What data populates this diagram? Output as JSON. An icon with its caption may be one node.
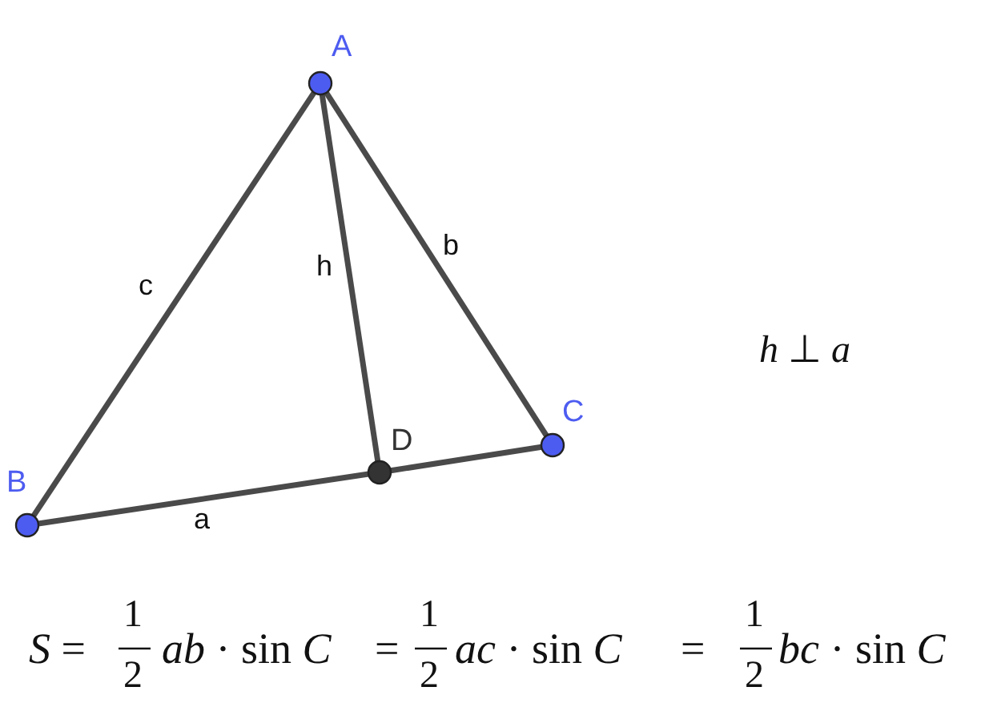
{
  "diagram": {
    "nodes": [
      {
        "text": [],
        "shape": "circle",
        "beside": [
          "A"
        ]
      },
      {
        "text": [],
        "shape": "circle",
        "beside": [
          "B"
        ]
      },
      {
        "text": [],
        "shape": "circle",
        "beside": [
          "C"
        ]
      },
      {
        "text": [],
        "shape": "circle",
        "beside": [
          "D"
        ]
      }
    ],
    "edges": [
      {
        "from": 0,
        "to": 1,
        "arrow": "none",
        "label": "c"
      },
      {
        "from": 0,
        "to": 3,
        "arrow": "none",
        "label": "h"
      },
      {
        "from": 0,
        "to": 2,
        "arrow": "none",
        "label": "b"
      },
      {
        "from": 1,
        "to": 3,
        "arrow": "none",
        "label": "a"
      },
      {
        "from": 3,
        "to": 2,
        "arrow": "none"
      }
    ],
    "labels": [
      "*h* ⊥ *a*",
      "*S* =",
      "1",
      "2",
      "*ab* · sin *C*",
      "=",
      "1",
      "2",
      "*ac* · sin *C*",
      "=",
      "1",
      "2",
      "*bc* · sin *C*"
    ]
  }
}
